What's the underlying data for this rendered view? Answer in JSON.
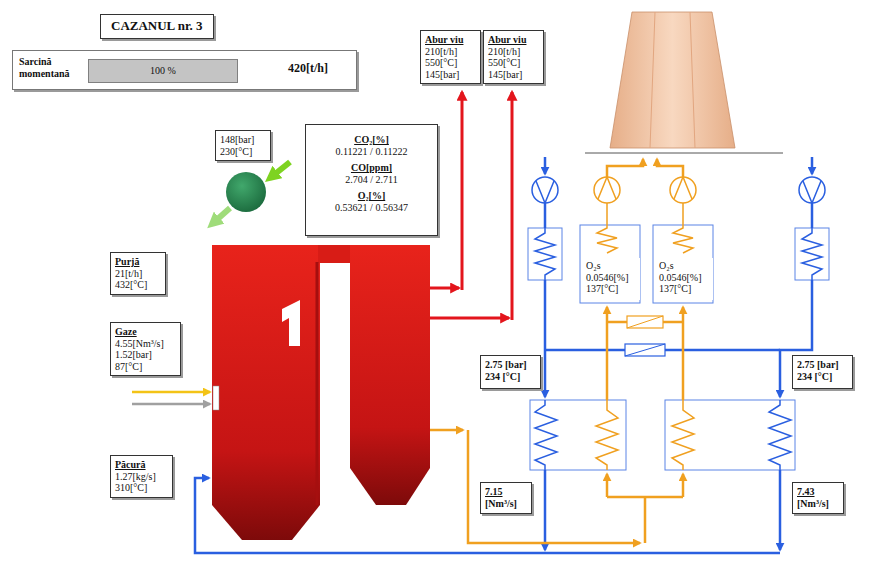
{
  "diagram": {
    "title": "CAZANUL nr. 3",
    "nodes": [
      {
        "text": [
          "Sarcină momentană",
          "420[t/h]"
        ]
      },
      {
        "text": [
          "100 %"
        ],
        "in": 0
      },
      {
        "text": [
          "Abur viu",
          "210[t/h] 550[°C] 145[bar]"
        ]
      },
      {
        "text": [
          "Abur viu",
          "210[t/h] 550[°C] 145[bar]"
        ]
      },
      {
        "text": [
          "148[bar] 230[°C]"
        ]
      },
      {
        "text": [
          "CO₂[%]",
          "0.11221 / 0.11222",
          "CO[ppm]",
          "2.704 / 2.711",
          "O₂[%]",
          "0.53621 / 0.56347"
        ]
      },
      {
        "text": [
          "Purjă",
          "21[t/h] 432[°C]"
        ]
      },
      {
        "text": [
          "O₂s",
          "0.0546[%] 137[°C]"
        ]
      },
      {
        "text": [
          "O₂s",
          "0.0546[%] 137[°C]"
        ]
      },
      {
        "text": [
          "2.75 [bar] 234 [°C]"
        ]
      },
      {
        "text": [
          "2.75 [bar] 234 [°C]"
        ]
      },
      {
        "text": [
          "Gaze",
          "4.55[Nm³/s] 1.52[bar] 87[°C]"
        ]
      },
      {
        "text": [
          "Păcură",
          "1.27[kg/s] 310[°C]"
        ]
      },
      {
        "text": [
          "7.15",
          "[Nm³/s]"
        ]
      },
      {
        "text": [
          "7.43",
          "[Nm³/s]"
        ]
      }
    ]
  }
}
